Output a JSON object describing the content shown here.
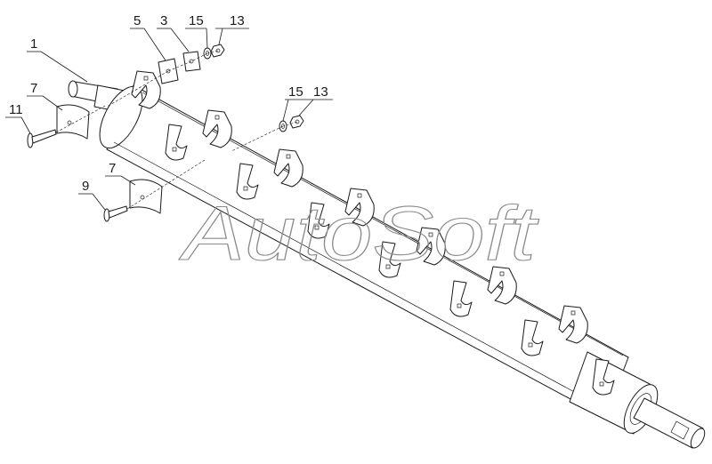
{
  "watermark": "AutoSoft",
  "callouts": [
    {
      "id": "1",
      "label": "1"
    },
    {
      "id": "5",
      "label": "5"
    },
    {
      "id": "3",
      "label": "3"
    },
    {
      "id": "15a",
      "label": "15"
    },
    {
      "id": "13a",
      "label": "13"
    },
    {
      "id": "15b",
      "label": "15"
    },
    {
      "id": "13b",
      "label": "13"
    },
    {
      "id": "7a",
      "label": "7"
    },
    {
      "id": "11",
      "label": "11"
    },
    {
      "id": "7b",
      "label": "7"
    },
    {
      "id": "9",
      "label": "9"
    }
  ]
}
